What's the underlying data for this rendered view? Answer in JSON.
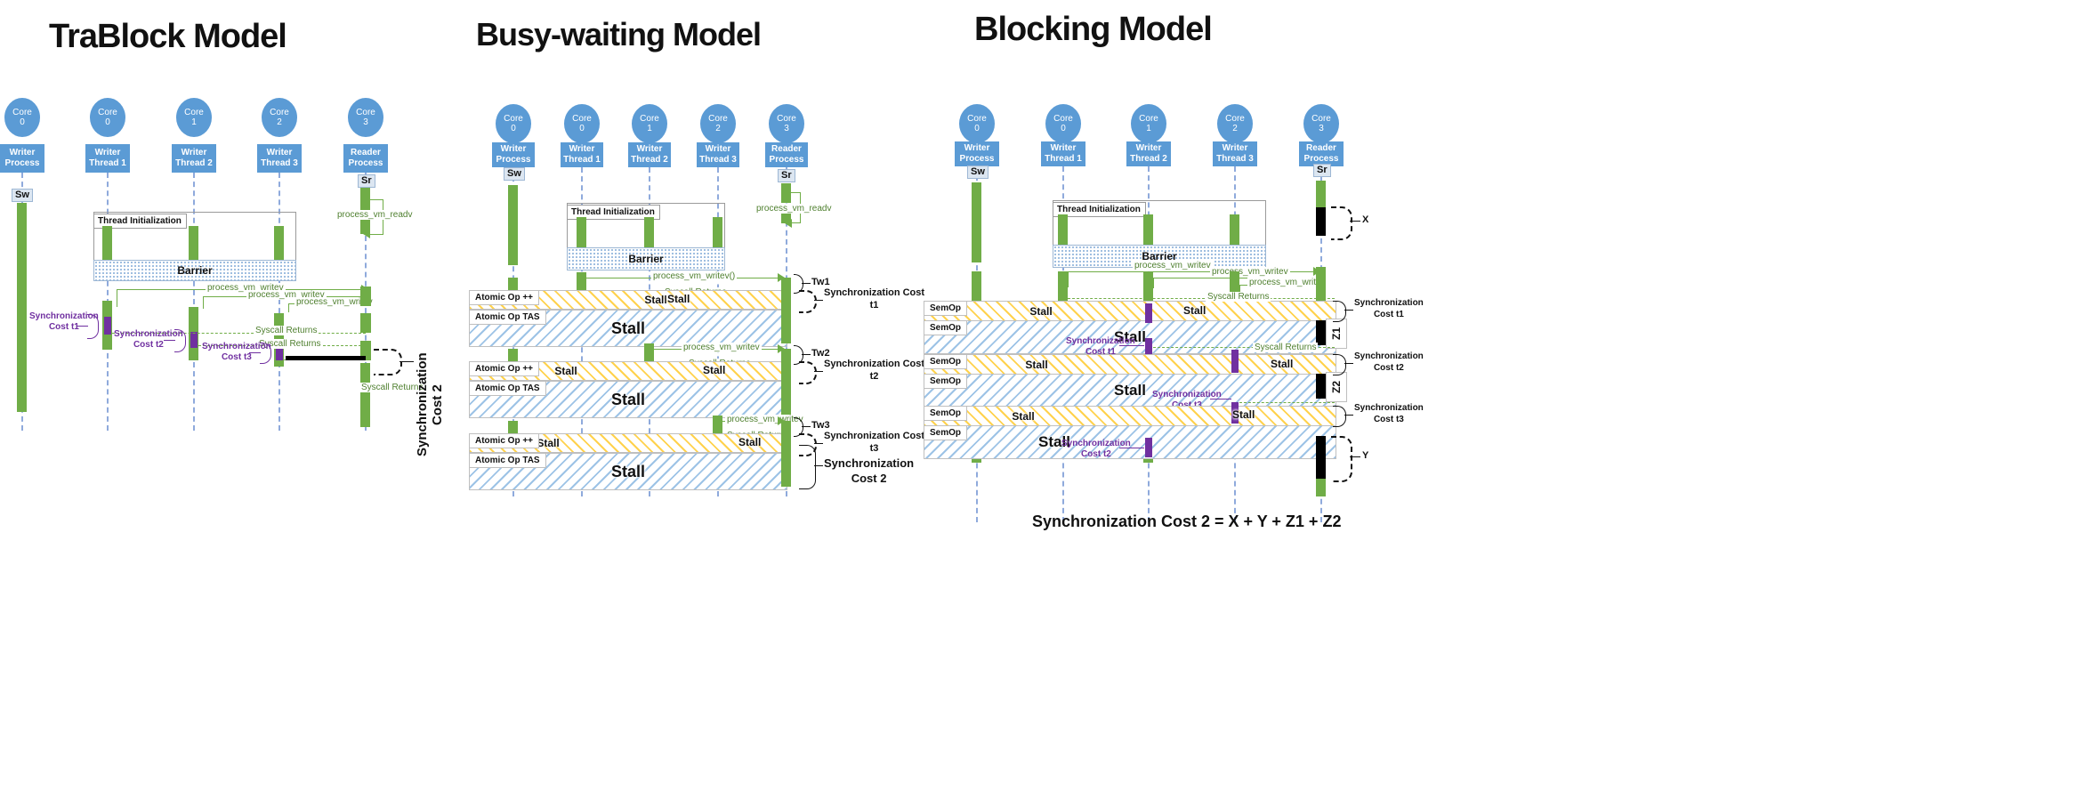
{
  "panels": [
    {
      "id": "trablock",
      "title": "TraBlock Model",
      "lifelines": [
        {
          "core_label": "Core",
          "core_num": "0",
          "actor_l1": "Writer",
          "actor_l2": "Process"
        },
        {
          "core_label": "Core",
          "core_num": "0",
          "actor_l1": "Writer",
          "actor_l2": "Thread 1"
        },
        {
          "core_label": "Core",
          "core_num": "1",
          "actor_l1": "Writer",
          "actor_l2": "Thread 2"
        },
        {
          "core_label": "Core",
          "core_num": "2",
          "actor_l1": "Writer",
          "actor_l2": "Thread 3"
        },
        {
          "core_label": "Core",
          "core_num": "3",
          "actor_l1": "Reader",
          "actor_l2": "Process"
        }
      ],
      "tags": {
        "sw": "Sw",
        "sr": "Sr"
      },
      "frame_tab": "Thread Initialization",
      "barrier": "Barrier",
      "messages": {
        "process_vm_readv": "process_vm_readv",
        "process_vm_writev": "process_vm_writev",
        "syscall_returns": "Syscall Returns"
      },
      "annotations": {
        "cost_t1_l1": "Synchronization",
        "cost_t1_l2": "Cost t1",
        "cost_t2_l1": "Synchronization",
        "cost_t2_l2": "Cost t2",
        "cost_t3_l1": "Synchronization",
        "cost_t3_l2": "Cost t3",
        "cost2": "Synchronization Cost 2"
      }
    },
    {
      "id": "busywaiting",
      "title": "Busy-waiting Model",
      "lifelines": [
        {
          "core_label": "Core",
          "core_num": "0",
          "actor_l1": "Writer",
          "actor_l2": "Process"
        },
        {
          "core_label": "Core",
          "core_num": "0",
          "actor_l1": "Writer",
          "actor_l2": "Thread 1"
        },
        {
          "core_label": "Core",
          "core_num": "1",
          "actor_l1": "Writer",
          "actor_l2": "Thread 2"
        },
        {
          "core_label": "Core",
          "core_num": "2",
          "actor_l1": "Writer",
          "actor_l2": "Thread 3"
        },
        {
          "core_label": "Core",
          "core_num": "3",
          "actor_l1": "Reader",
          "actor_l2": "Process"
        }
      ],
      "tags": {
        "sw": "Sw",
        "sr": "Sr"
      },
      "frame_tab": "Thread Initialization",
      "barrier": "Barrier",
      "messages": {
        "process_vm_writev_paren": "process_vm_writev()",
        "process_vm_writev": "process_vm_writev",
        "syscall_returns": "Syscall Returns"
      },
      "op_notes": {
        "atomic_inc": "Atomic Op ++",
        "atomic_tas": "Atomic Op TAS"
      },
      "stall": "Stall",
      "tw": [
        "Tw1",
        "Tw2",
        "Tw3"
      ],
      "annotations": {
        "cost_t1_l1": "Synchronization Cost",
        "cost_t1_l2": "t1",
        "cost_t2_l1": "Synchronization Cost",
        "cost_t2_l2": "t2",
        "cost_t3_l1": "Synchronization Cost",
        "cost_t3_l2": "t3",
        "cost2_l1": "Synchronization",
        "cost2_l2": "Cost 2"
      }
    },
    {
      "id": "blocking",
      "title": "Blocking Model",
      "lifelines": [
        {
          "core_label": "Core",
          "core_num": "0",
          "actor_l1": "Writer",
          "actor_l2": "Process"
        },
        {
          "core_label": "Core",
          "core_num": "0",
          "actor_l1": "Writer",
          "actor_l2": "Thread 1"
        },
        {
          "core_label": "Core",
          "core_num": "1",
          "actor_l1": "Writer",
          "actor_l2": "Thread 2"
        },
        {
          "core_label": "Core",
          "core_num": "2",
          "actor_l1": "Writer",
          "actor_l2": "Thread 3"
        },
        {
          "core_label": "Core",
          "core_num": "3",
          "actor_l1": "Reader",
          "actor_l2": "Process"
        }
      ],
      "tags": {
        "sw": "Sw",
        "sr": "Sr"
      },
      "frame_tab": "Thread Initialization",
      "barrier": "Barrier",
      "messages": {
        "process_vm_writev": "process_vm_writev",
        "syscall_returns": "Syscall Returns"
      },
      "op_notes": {
        "semop": "SemOp"
      },
      "stall": "Stall",
      "block_labels": {
        "x": "X",
        "y": "Y",
        "z1": "Z1",
        "z2": "Z2"
      },
      "annotations": {
        "cost_t1_l1": "Synchronization",
        "cost_t1_l2": "Cost t1",
        "cost_t2_l1": "Synchronization",
        "cost_t2_l2": "Cost t2",
        "cost_t3_l1": "Synchronization",
        "cost_t3_l2": "Cost t3",
        "sync_t1_l1": "Synchronization",
        "sync_t1_l2": "Cost t1",
        "sync_t2_l1": "Synchronization",
        "sync_t2_l2": "Cost t2",
        "sync_t3_l1": "Synchronization",
        "sync_t3_l2": "Cost t3"
      },
      "formula": "Synchronization Cost 2 = X + Y + Z1 + Z2"
    }
  ],
  "colors": {
    "core_fill": "#5B9BD5",
    "activation_green": "#70AD47",
    "block_black": "#000000",
    "sync_purple": "#7030A0",
    "stall_yellow": "#FFD24D",
    "stall_blue": "#9DC3E6",
    "lifeline_blue": "#8FAADC",
    "message_green": "#4E7F2E"
  }
}
